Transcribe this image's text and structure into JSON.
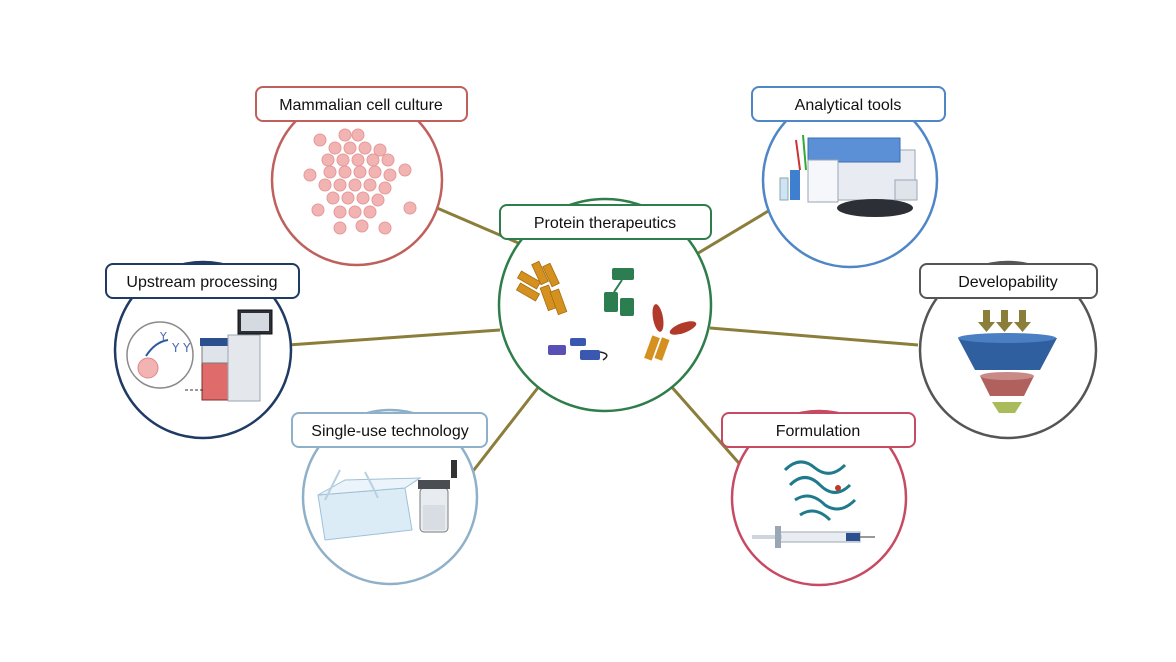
{
  "nodes": {
    "center": {
      "label": "Protein therapeutics",
      "color": "#2f7d4a",
      "icons": [
        "antibody-icon",
        "antibody-icon",
        "nanobody-icon",
        "fusion-protein-icon",
        "bispecific-antibody-icon"
      ]
    },
    "mammalian": {
      "label": "Mammalian cell culture",
      "color": "#c0605d",
      "icon": "cell-cluster-icon"
    },
    "analytical": {
      "label": "Analytical tools",
      "color": "#4f86c6",
      "icon": "analytical-instrument-icon"
    },
    "upstream": {
      "label": "Upstream processing",
      "color": "#1f3a63",
      "icon": "bioreactor-icon"
    },
    "developability": {
      "label": "Developability",
      "color": "#555555",
      "icon": "funnel-icon"
    },
    "singleuse": {
      "label": "Single-use technology",
      "color": "#8fb0c9",
      "icon": "single-use-bag-icon"
    },
    "formulation": {
      "label": "Formulation",
      "color": "#c74a63",
      "icon": "protein-syringe-icon"
    }
  },
  "connector_color": "#8b7d3a"
}
